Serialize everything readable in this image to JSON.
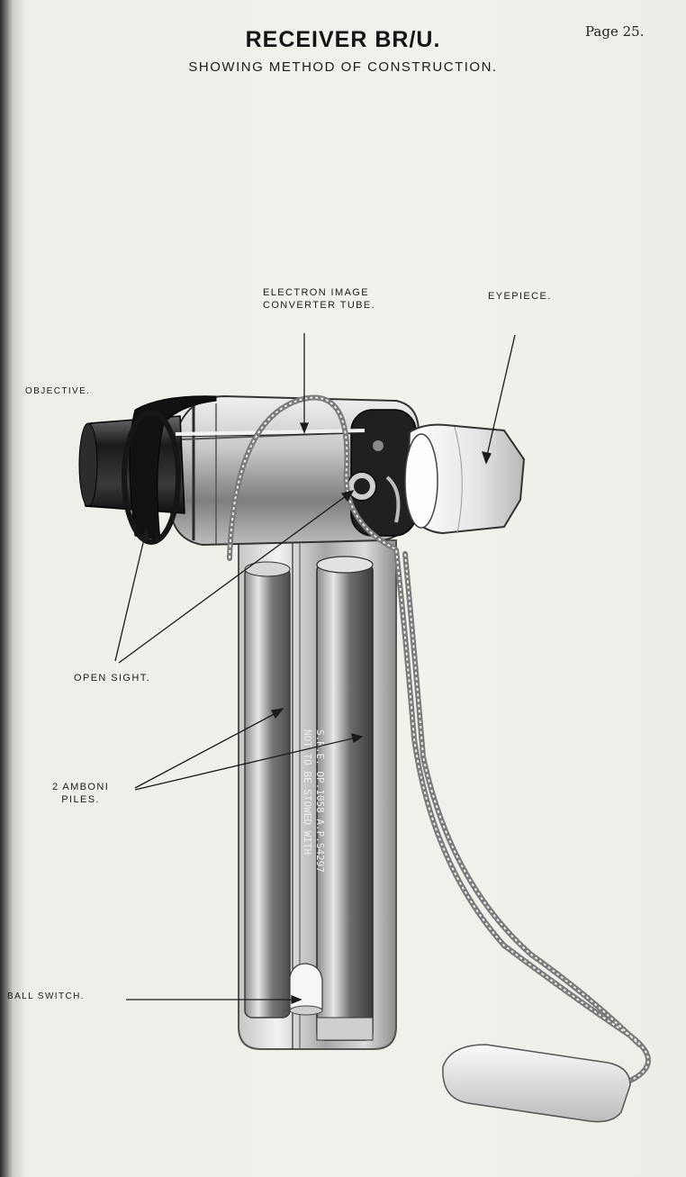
{
  "header": {
    "title": "RECEIVER BR/U.",
    "subtitle": "SHOWING METHOD OF CONSTRUCTION.",
    "page_number": "Page 25."
  },
  "labels": {
    "electron_tube_line1": "ELECTRON IMAGE",
    "electron_tube_line2": "CONVERTER TUBE.",
    "eyepiece": "EYEPIECE.",
    "objective": "OBJECTIVE.",
    "open_sight": "OPEN SIGHT.",
    "amboni_line1": "2 AMBONI",
    "amboni_line2": "PILES.",
    "ball_switch": "BALL SWITCH."
  },
  "colors": {
    "ink": "#1b1b1b",
    "paper": "#f2f1ec"
  }
}
